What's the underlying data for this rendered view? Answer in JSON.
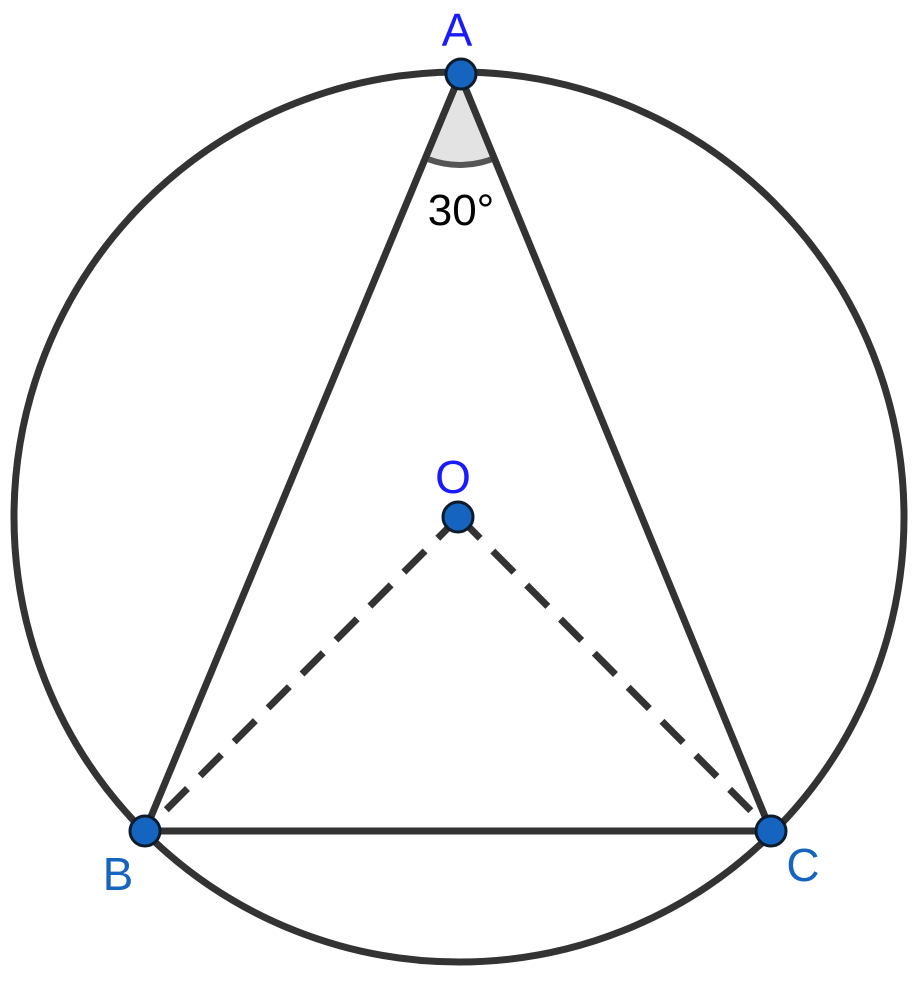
{
  "points": {
    "A": {
      "label": "A"
    },
    "B": {
      "label": "B"
    },
    "C": {
      "label": "C"
    },
    "O": {
      "label": "O"
    }
  },
  "angle_A": {
    "label": "30°"
  },
  "colors": {
    "stroke": "#333333",
    "point_fill": "#1565c0",
    "point_stroke": "#0d1b2a",
    "label_blue_A_O": "#1a1aff",
    "label_blue_B_C": "#1565c0",
    "angle_fill": "#e3e3e3",
    "angle_arc": "#555555",
    "background": "#ffffff"
  }
}
